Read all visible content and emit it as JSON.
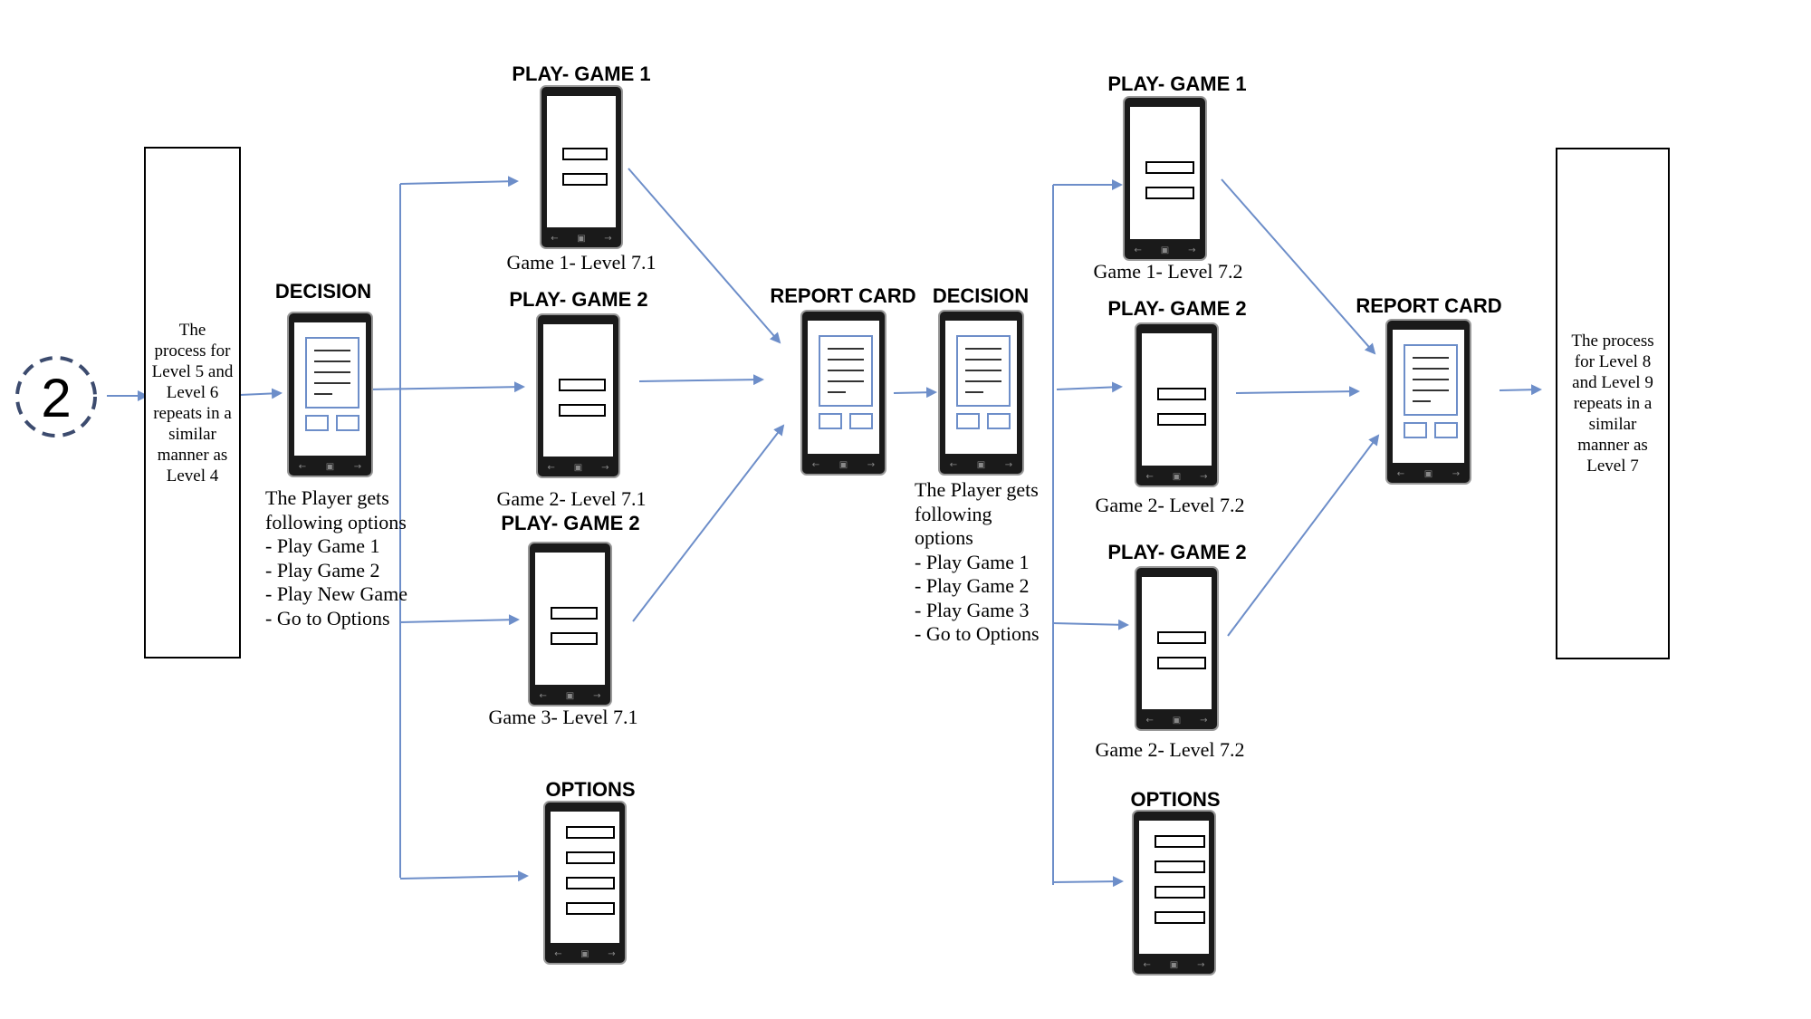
{
  "start_marker": "2",
  "left_box_text": "The process for Level 5 and Level 6 repeats in a similar manner as Level 4",
  "right_box_text": "The process for Level 8 and Level 9 repeats in a similar manner as Level 7",
  "stage1": {
    "decision_title": "DECISION",
    "decision_text": [
      "The Player gets",
      "following options",
      "- Play Game 1",
      "- Play Game 2",
      "- Play New Game",
      "- Go to Options"
    ],
    "games": [
      {
        "title": "PLAY- GAME 1",
        "caption": "Game 1- Level 7.1"
      },
      {
        "title": "PLAY- GAME 2",
        "caption": "Game 2- Level 7.1"
      },
      {
        "title": "PLAY- GAME 2",
        "caption": "Game 3- Level 7.1"
      }
    ],
    "options_title": "OPTIONS",
    "report_title": "REPORT CARD"
  },
  "stage2": {
    "decision_title": "DECISION",
    "decision_text": [
      "The Player gets",
      "following",
      "options",
      "-  Play Game 1",
      "- Play Game 2",
      "- Play Game 3",
      "- Go to Options"
    ],
    "games": [
      {
        "title": "PLAY- GAME 1",
        "caption": "Game 1- Level 7.2"
      },
      {
        "title": "PLAY- GAME 2",
        "caption": "Game 2- Level 7.2"
      },
      {
        "title": "PLAY- GAME 2",
        "caption": "Game 2- Level 7.2"
      }
    ],
    "options_title": "OPTIONS",
    "report_title": "REPORT CARD"
  },
  "colors": {
    "arrow": "#6d8ec9",
    "phone_body": "#1a1a1a"
  },
  "icons": {
    "phone_nav": [
      "back-arrow-icon",
      "windows-logo-icon",
      "search-arrow-icon"
    ]
  }
}
